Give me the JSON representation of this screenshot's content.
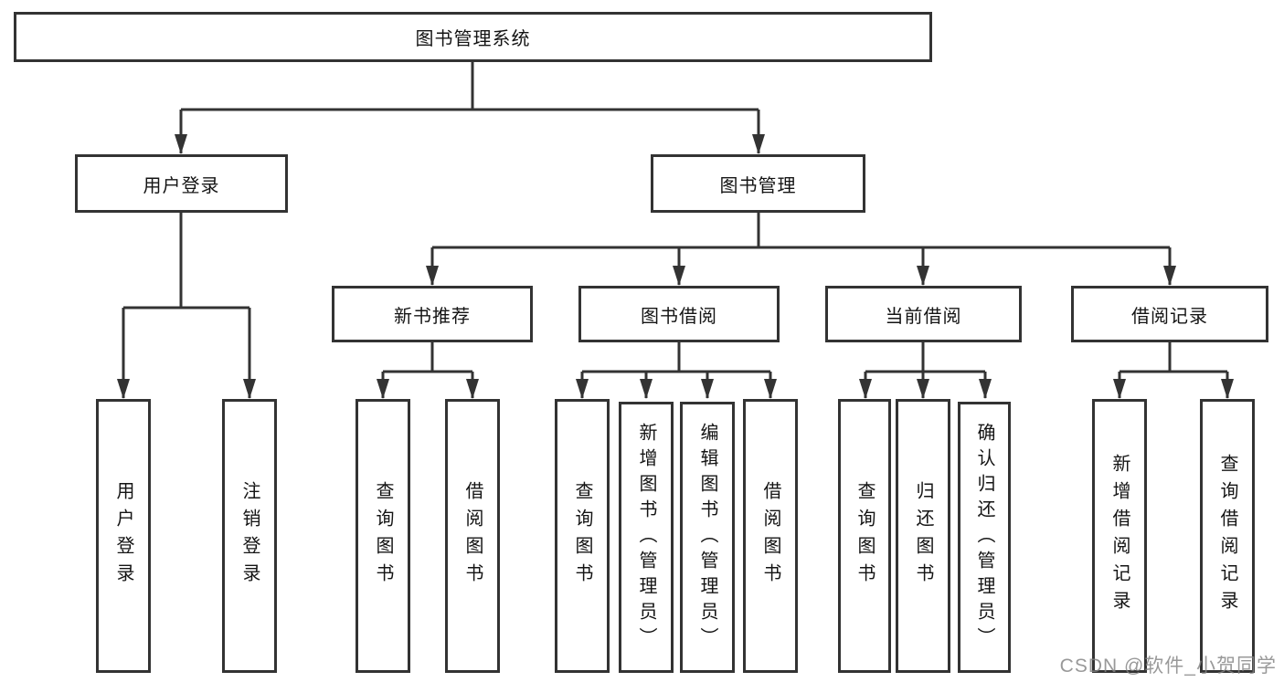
{
  "diagram": {
    "root": "图书管理系统",
    "branches": [
      {
        "label": "用户登录",
        "leaves": [
          "用户登录",
          "注销登录"
        ]
      },
      {
        "label": "图书管理",
        "groups": [
          {
            "label": "新书推荐",
            "leaves": [
              "查询图书",
              "借阅图书"
            ]
          },
          {
            "label": "图书借阅",
            "leaves": [
              "查询图书",
              "新增图书（管理员）",
              "编辑图书（管理员）",
              "借阅图书"
            ]
          },
          {
            "label": "当前借阅",
            "leaves": [
              "查询图书",
              "归还图书",
              "确认归还（管理员）"
            ]
          },
          {
            "label": "借阅记录",
            "leaves": [
              "新增借阅记录",
              "查询借阅记录"
            ]
          }
        ]
      }
    ]
  },
  "watermark": {
    "text": "CSDN @软件_小贺同学"
  },
  "colors": {
    "line": "#333333",
    "box_border": "#333333",
    "box_fill": "#ffffff",
    "text": "#141414",
    "watermark": "#828282",
    "background": "#ffffff"
  }
}
